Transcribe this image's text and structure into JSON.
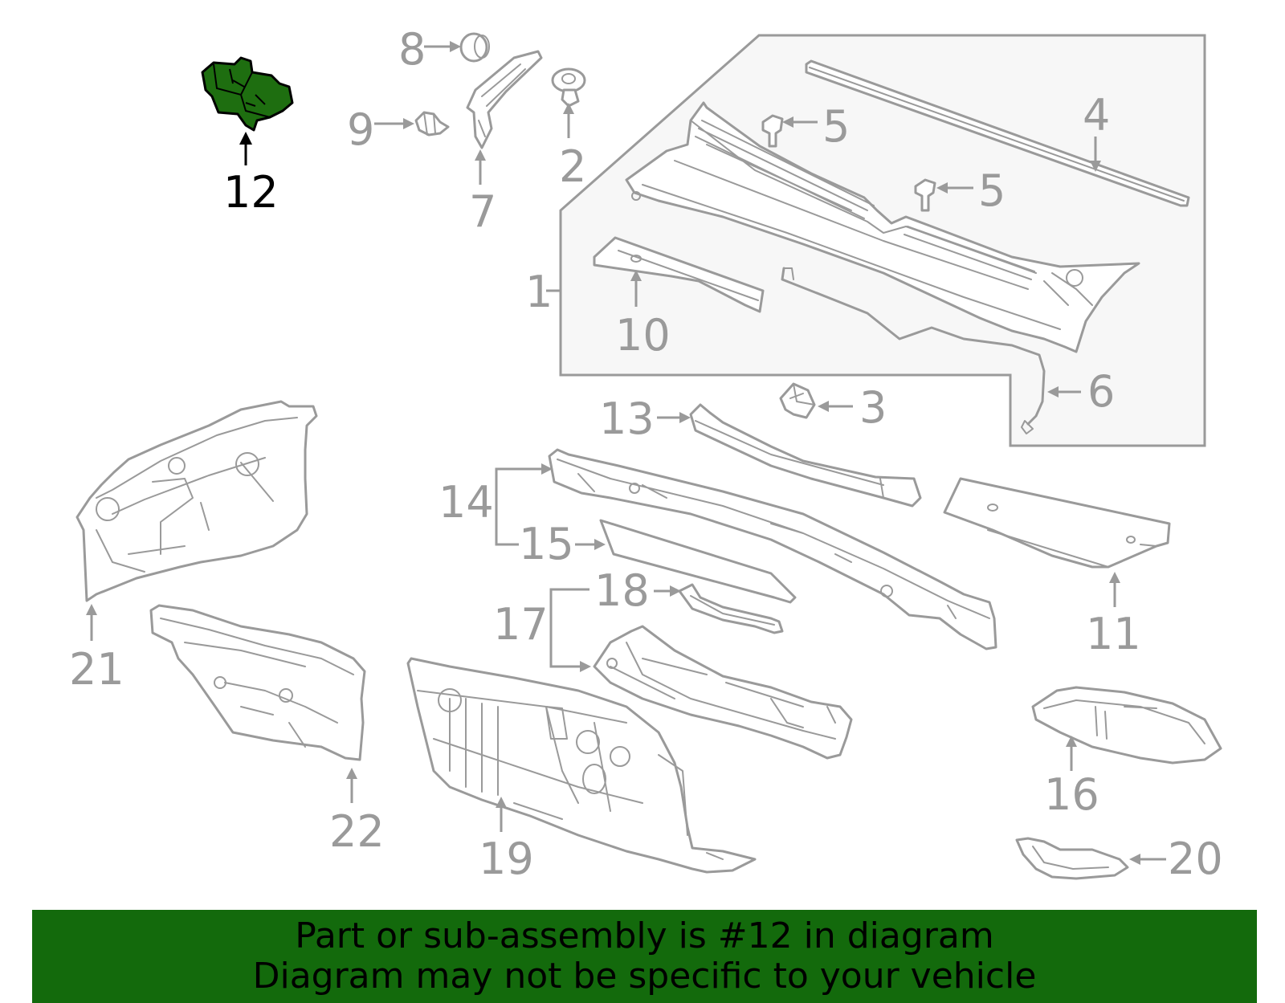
{
  "diagram": {
    "highlighted_part": "12",
    "callouts": {
      "c1": "1",
      "c2": "2",
      "c3": "3",
      "c4": "4",
      "c5a": "5",
      "c5b": "5",
      "c6": "6",
      "c7": "7",
      "c8": "8",
      "c9": "9",
      "c10": "10",
      "c11": "11",
      "c12": "12",
      "c13": "13",
      "c14": "14",
      "c15": "15",
      "c16": "16",
      "c17": "17",
      "c18": "18",
      "c19": "19",
      "c20": "20",
      "c21": "21",
      "c22": "22"
    }
  },
  "banner": {
    "line1": "Part or sub-assembly is #12 in diagram",
    "line2": "Diagram may not be specific to your vehicle"
  },
  "colors": {
    "highlight": "#1e6e10",
    "banner": "#136a0c",
    "lines": "#9a9a9a",
    "box_fill": "#f7f7f7"
  }
}
